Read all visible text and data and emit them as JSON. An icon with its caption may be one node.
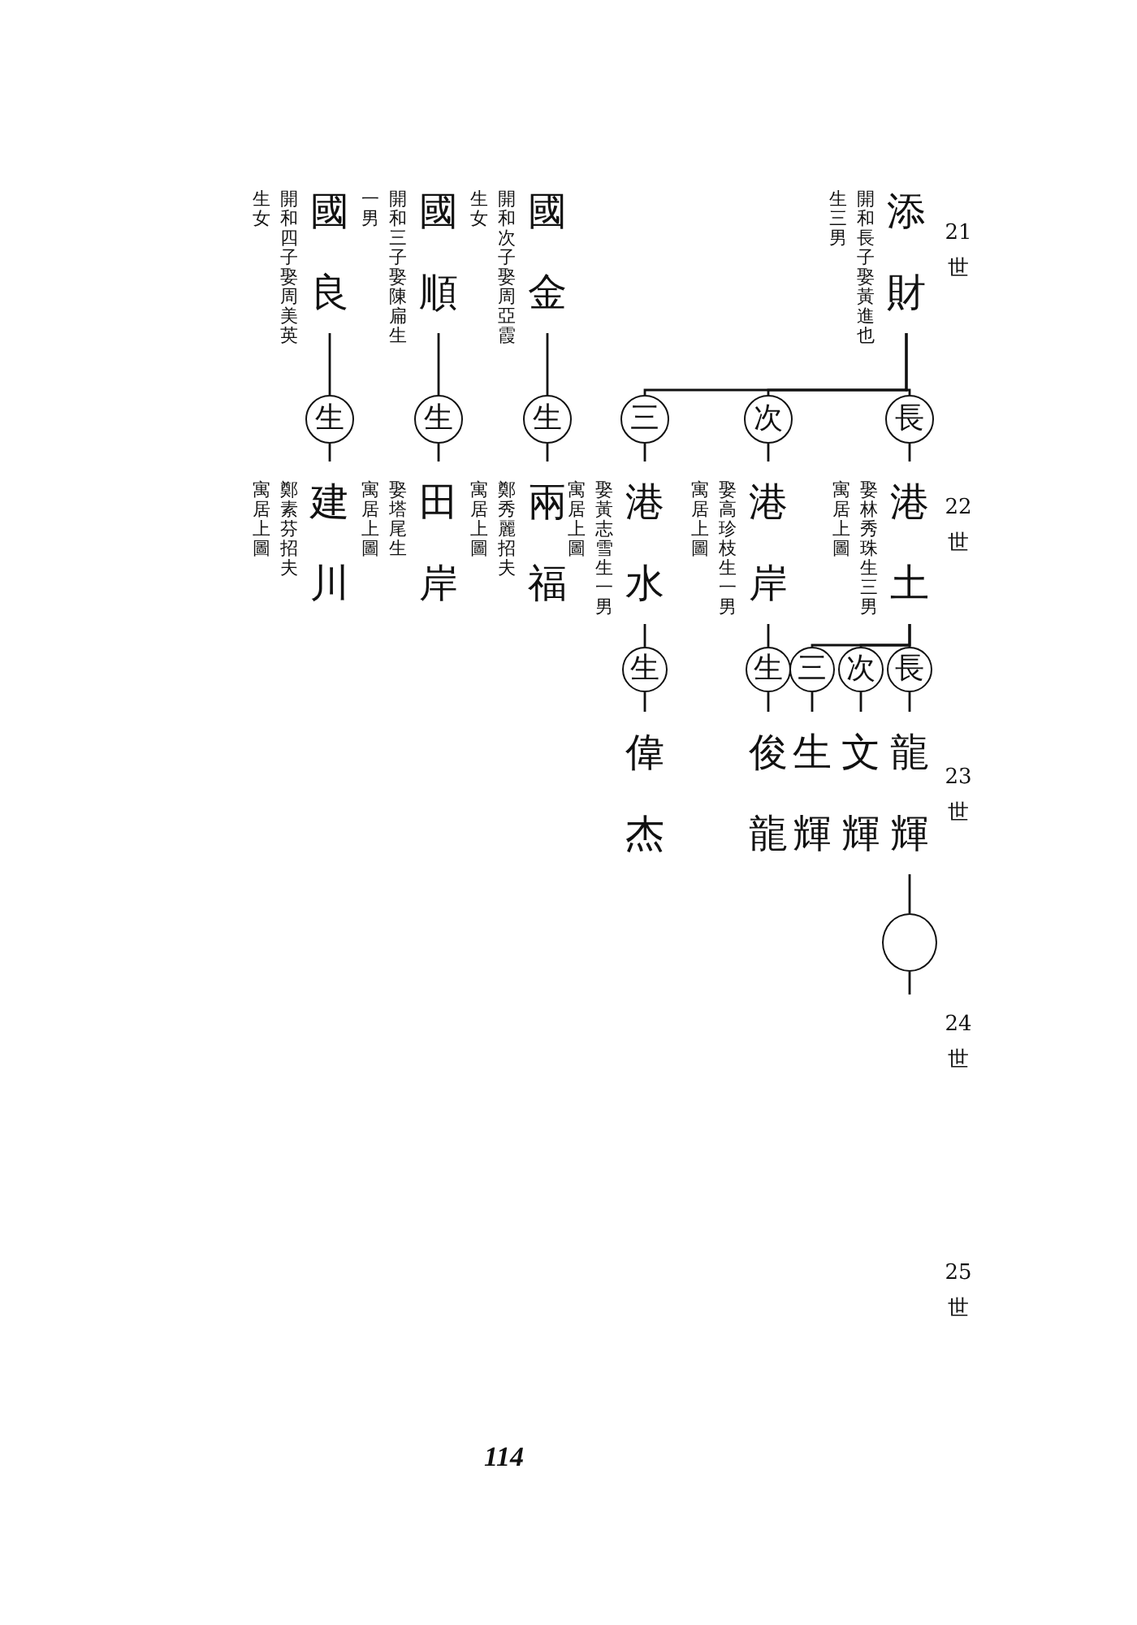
{
  "diagram": {
    "nodes": [
      {
        "text": [
          "添財"
        ],
        "beside": [
          "開和長子娶黃進也生三男"
        ]
      },
      {
        "text": [
          "長"
        ]
      },
      {
        "text": [
          "港土"
        ],
        "beside": [
          "娶林秀珠生三男寓居上圖"
        ]
      },
      {
        "text": [
          "次"
        ]
      },
      {
        "text": [
          "港岸"
        ],
        "beside": [
          "娶高珍枝生一男寓居上圖"
        ]
      },
      {
        "text": [
          "三"
        ]
      },
      {
        "text": [
          "港水"
        ],
        "beside": [
          "娶黃志雪生一男寓居上圖"
        ]
      },
      {
        "text": [
          "長"
        ]
      },
      {
        "text": [
          "龍輝"
        ]
      },
      {
        "text": [
          "次"
        ]
      },
      {
        "text": [
          "文輝"
        ]
      },
      {
        "text": [
          "三"
        ]
      },
      {
        "text": [
          "生輝"
        ]
      },
      {
        "text": [
          "生"
        ]
      },
      {
        "text": [
          "俊龍"
        ]
      },
      {
        "text": [
          "生"
        ]
      },
      {
        "text": [
          "偉杰"
        ]
      },
      {
        "text": [],
        "shape": "circle"
      },
      {
        "text": [
          "國金"
        ],
        "beside": [
          "開和次子娶周亞霞生女"
        ]
      },
      {
        "text": [
          "生"
        ]
      },
      {
        "text": [
          "兩福"
        ],
        "beside": [
          "鄭秀麗招夫寓居上圖"
        ]
      },
      {
        "text": [
          "國順"
        ],
        "beside": [
          "開和三子娶陳扁生一男"
        ]
      },
      {
        "text": [
          "生"
        ]
      },
      {
        "text": [
          "田岸"
        ],
        "beside": [
          "娶塔尾生寓居上圖"
        ]
      },
      {
        "text": [
          "國良"
        ],
        "beside": [
          "開和四子娶周美英生女"
        ]
      },
      {
        "text": [
          "生"
        ]
      },
      {
        "text": [
          "建川"
        ],
        "beside": [
          "鄭素芬招夫寓居上圖"
        ]
      }
    ],
    "edges": [
      {
        "from": 0,
        "to": 1,
        "arrow": "none"
      },
      {
        "from": 0,
        "to": 3,
        "arrow": "none"
      },
      {
        "from": 0,
        "to": 5,
        "arrow": "none"
      },
      {
        "from": 1,
        "to": 2,
        "arrow": "none"
      },
      {
        "from": 3,
        "to": 4,
        "arrow": "none"
      },
      {
        "from": 5,
        "to": 6,
        "arrow": "none"
      },
      {
        "from": 2,
        "to": 7,
        "arrow": "none"
      },
      {
        "from": 2,
        "to": 9,
        "arrow": "none"
      },
      {
        "from": 2,
        "to": 11,
        "arrow": "none"
      },
      {
        "from": 7,
        "to": 8,
        "arrow": "none"
      },
      {
        "from": 9,
        "to": 10,
        "arrow": "none"
      },
      {
        "from": 11,
        "to": 12,
        "arrow": "none"
      },
      {
        "from": 4,
        "to": 13,
        "arrow": "none"
      },
      {
        "from": 13,
        "to": 14,
        "arrow": "none"
      },
      {
        "from": 6,
        "to": 15,
        "arrow": "none"
      },
      {
        "from": 15,
        "to": 16,
        "arrow": "none"
      },
      {
        "from": 8,
        "to": 17,
        "arrow": "none"
      },
      {
        "from": 17,
        "to": null,
        "arrow": "none"
      },
      {
        "from": 18,
        "to": 19,
        "arrow": "none"
      },
      {
        "from": 19,
        "to": 20,
        "arrow": "none"
      },
      {
        "from": 21,
        "to": 22,
        "arrow": "none"
      },
      {
        "from": 22,
        "to": 23,
        "arrow": "none"
      },
      {
        "from": 24,
        "to": 25,
        "arrow": "none"
      },
      {
        "from": 25,
        "to": 26,
        "arrow": "none"
      }
    ],
    "labels": [
      "21 世",
      "22 世",
      "23 世",
      "24 世",
      "25 世",
      "114"
    ]
  }
}
